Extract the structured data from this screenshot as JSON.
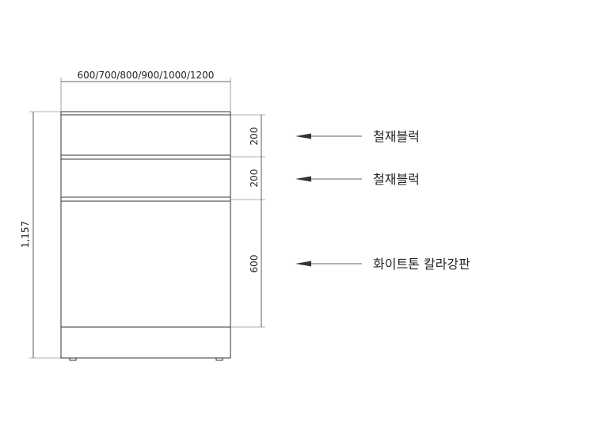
{
  "dimensions": {
    "width": "600/700/800/900/1000/1200",
    "height": "1,157",
    "drawer_top": "200",
    "drawer_middle": "200",
    "door": "600"
  },
  "callouts": {
    "drawer_top": "철재블럭",
    "drawer_middle": "철재블럭",
    "door": "화이트톤 칼라강판"
  },
  "colors": {
    "line": "#333333",
    "text": "#222222"
  }
}
